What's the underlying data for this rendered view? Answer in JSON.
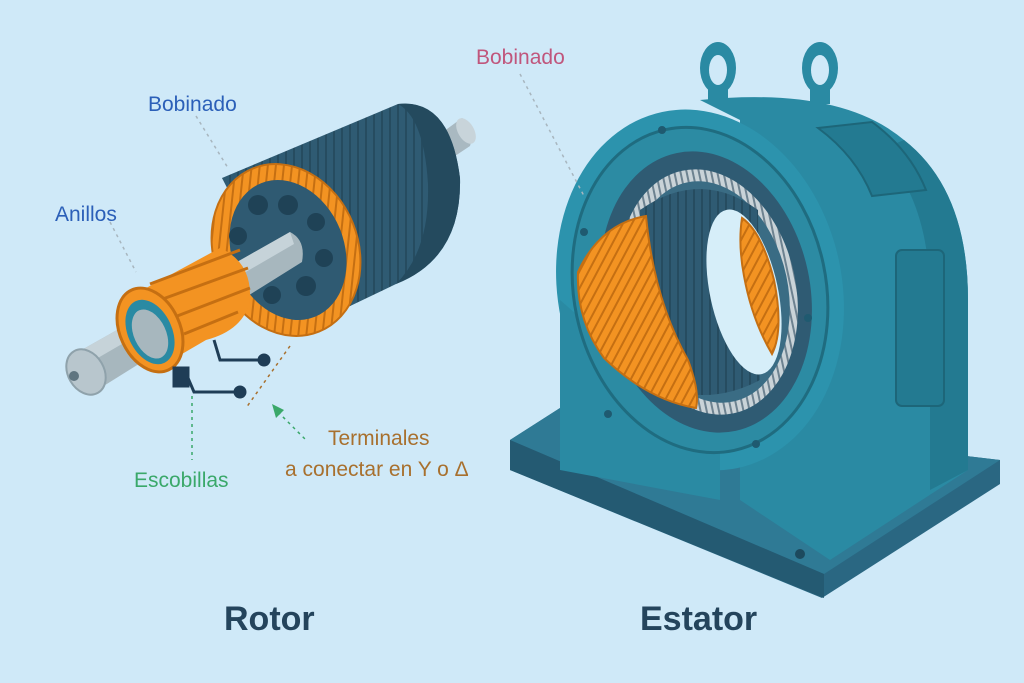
{
  "labels": {
    "rotor_winding": "Bobinado",
    "rings": "Anillos",
    "brushes": "Escobillas",
    "terminals_line1": "Terminales",
    "terminals_line2": "a conectar en Y o Δ",
    "stator_winding": "Bobinado"
  },
  "captions": {
    "rotor": "Rotor",
    "stator": "Estator"
  },
  "colors": {
    "background": "#cfe9f8",
    "rotor_label": "#2b5fb8",
    "brushes_label": "#3aa86a",
    "terminals_label": "#a8702e",
    "stator_winding_label": "#c0567c",
    "caption": "#24445c",
    "copper": "#f39322",
    "frame": "#2a8aa3",
    "core": "#2f5b73"
  }
}
